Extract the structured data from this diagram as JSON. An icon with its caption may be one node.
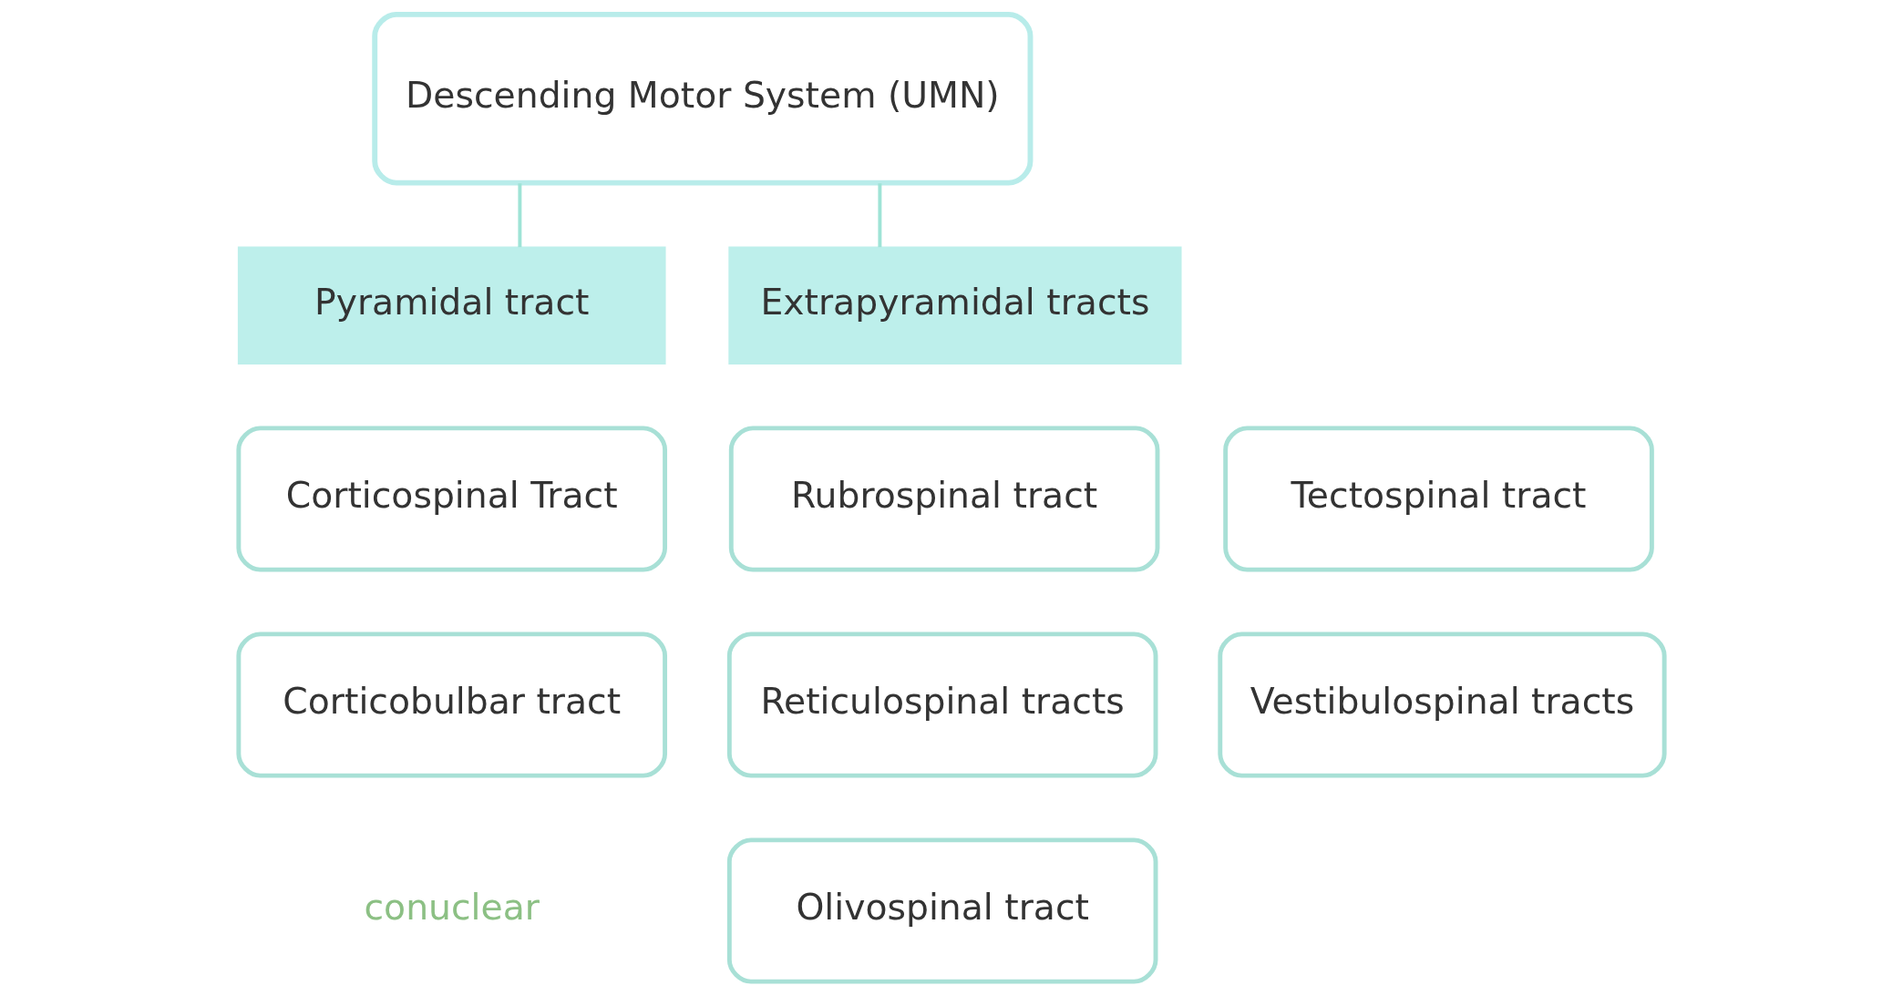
{
  "diagram": {
    "nodes": [
      {
        "text": [
          "Descending Motor System (UMN)"
        ]
      },
      {
        "text": [
          "Pyramidal tract"
        ]
      },
      {
        "text": [
          "Extrapyramidal tracts"
        ]
      },
      {
        "text": [
          "Corticospinal Tract"
        ]
      },
      {
        "text": [
          "Corticobulbar tract"
        ]
      },
      {
        "text": [
          "Rubrospinal tract"
        ]
      },
      {
        "text": [
          "Tectospinal tract"
        ]
      },
      {
        "text": [
          "Reticulospinal tracts"
        ]
      },
      {
        "text": [
          "Vestibulospinal tracts"
        ]
      },
      {
        "text": [
          "Olivospinal tract"
        ]
      }
    ],
    "edges": [
      {
        "from": 0,
        "to": 1,
        "arrow": "none"
      },
      {
        "from": 0,
        "to": 2,
        "arrow": "none"
      }
    ],
    "labels": [
      "conuclear"
    ]
  }
}
